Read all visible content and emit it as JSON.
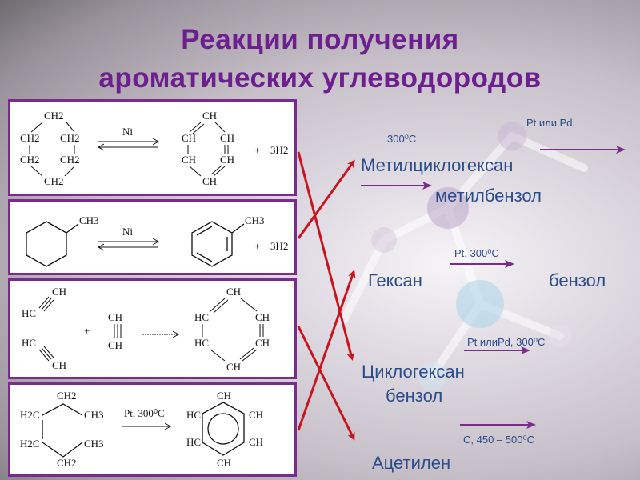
{
  "title": {
    "line1": "Реакции получения",
    "line2": "ароматических углеводородов"
  },
  "panels": {
    "p1": {
      "catalyst": "Ni",
      "reactant": {
        "top": "CH2",
        "left1": "CH2",
        "right1": "CH2",
        "left2": "CH2",
        "right2": "CH2",
        "bottom": "CH2"
      },
      "product": {
        "top": "CH",
        "left1": "CH",
        "right1": "CH",
        "left2": "CH",
        "right2": "CH",
        "bottom": "CH"
      },
      "plus": "+",
      "hydrogen": "3H2"
    },
    "p2": {
      "catalyst": "Ni",
      "substituent_left": "CH3",
      "substituent_right": "CH3",
      "plus": "+",
      "hydrogen": "3H2"
    },
    "p3": {
      "acet1": {
        "top": "CH",
        "bottom": "HC"
      },
      "acet2": {
        "top": "HC",
        "bottom": "CH"
      },
      "plus": "+",
      "acet3": {
        "top": "CH",
        "bottom": "CH"
      },
      "product": {
        "top": "CH",
        "l1": "HC",
        "r1": "CH",
        "l2": "HC",
        "r2": "CH",
        "bottom": "CH"
      }
    },
    "p4": {
      "condition": "Pt, 300⁰C",
      "reactant": {
        "top": "CH2",
        "l1": "H2C",
        "r1": "CH3",
        "l2": "H2C",
        "r2": "CH3",
        "bottom": "CH2"
      },
      "product": {
        "top": "CH",
        "l1": "HC",
        "r1": "CH",
        "l2": "HC",
        "r2": "CH",
        "bottom": "CH"
      }
    }
  },
  "right": {
    "r1_cond1": "Pt или Pd,",
    "r1_cond2": "300⁰C",
    "r1_reactant": "Метилциклогексан",
    "r1_product": "метилбензол",
    "r2_cond": "Pt, 300⁰C",
    "r2_reactant": "Гексан",
    "r2_product": "бензол",
    "r3_cond": "Pt илиPd, 300⁰C",
    "r3_reactant": "Циклогексан",
    "r3_product": "бензол",
    "r4_cond": "C,  450 – 500⁰C",
    "r4_reactant": "Ацетилен"
  },
  "colors": {
    "title": "#6e1f8f",
    "panel_border": "#7b2a8e",
    "matching_arrows": "#c8141e",
    "reaction_arrows": "#7b2a8e",
    "labels": "#2a4c8a"
  }
}
